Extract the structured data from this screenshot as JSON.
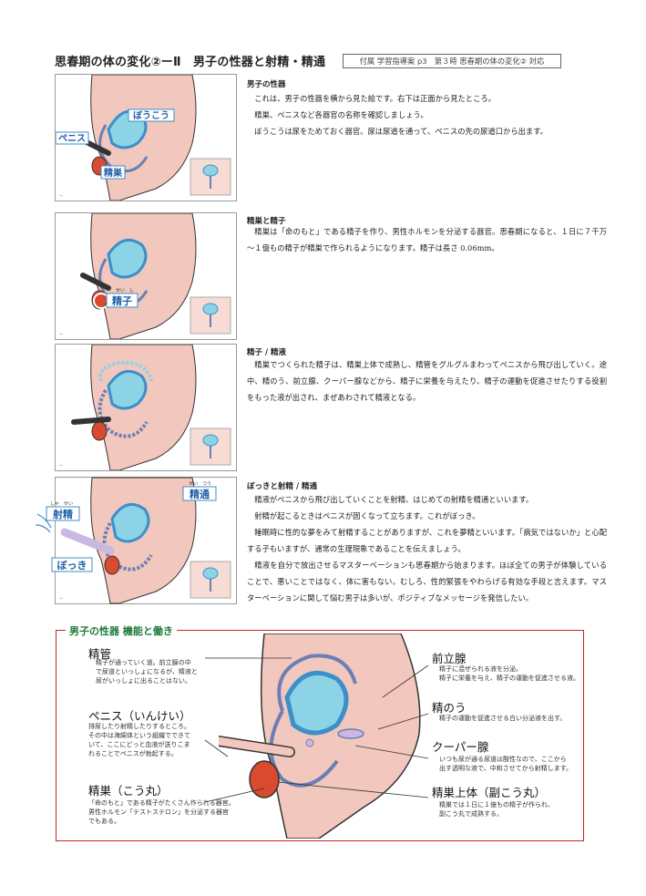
{
  "header": {
    "title": "思春期の体の変化②ーⅡ　男子の性器と射精・精通",
    "reference": "付属 学習指導案 p3　第３時 思春期の体の変化② 対応"
  },
  "slides": [
    {
      "labels": {
        "bladder": "ぼうこう",
        "penis": "ペニス",
        "testis": "精巣"
      },
      "footer": "ー"
    },
    {
      "labels": {
        "sperm": "精子"
      },
      "ruby": "せい　し",
      "footer": "ー"
    },
    {
      "footer": "ー"
    },
    {
      "labels": {
        "ejaculation": "射精",
        "first_ejaculation": "精通",
        "erection": "ぼっき"
      },
      "ruby": {
        "ejaculation": "しゃ　せい",
        "first_ejaculation": "せい　つう"
      },
      "footer": "ー"
    }
  ],
  "sections": [
    {
      "title": "男子の性器",
      "paragraphs": [
        "これは、男子の性器を横から見た絵です。右下は正面から見たところ。",
        "精巣、ペニスなど各器官の名称を確認しましょう。",
        "ぼうこうは尿をためておく器官。尿は尿道を通って、ペニスの先の尿道口から出ます。"
      ]
    },
    {
      "title": "精巣と精子",
      "paragraphs": [
        "精巣は「命のもと」である精子を作り、男性ホルモンを分泌する器官。思春期になると、１日に７千万～１億もの精子が精巣で作られるようになります。精子は長さ 0.06mm。"
      ]
    },
    {
      "title": "精子 / 精液",
      "paragraphs": [
        "精巣でつくられた精子は、精巣上体で成熟し、精管をグルグルまわってペニスから飛び出していく。途中、精のう、前立腺、クーパー腺などから、精子に栄養を与えたり、精子の運動を促進させたりする役割をもった液が出され、まぜあわされて精液となる。"
      ]
    },
    {
      "title": "ぼっきと射精 / 精通",
      "paragraphs": [
        "精液がペニスから飛び出していくことを射精、はじめての射精を精通といいます。",
        "射精が起こるときはペニスが固くなって立ちます。これがぼっき。",
        "睡眠時に性的な夢をみて射精することがありますが、これを夢精といいます。「病気ではないか」と心配する子もいますが、通常の生理現象であることを伝えましょう。",
        "精液を自分で放出させるマスターベーションも思春期から始まります。ほぼ全ての男子が体験していることで、悪いことではなく、体に害もない。むしろ、性的緊張をやわらげる有効な手段と言えます。マスターベーションに関して悩む男子は多いが、ポジティブなメッセージを発信したい。"
      ]
    }
  ],
  "diagram": {
    "title": "男子の性器  機能と働き",
    "left_labels": [
      {
        "name": "精管",
        "desc": [
          "精子が通っていく道。前立腺の中",
          "で尿道といっしょになるが、精液と",
          "尿がいっしょに出ることはない。"
        ]
      },
      {
        "name": "ペニス（いんけい）",
        "desc": [
          "排尿したり射精したりするところ。",
          "その中は海綿体という組織でできて",
          "いて、ここにどっと血液が送りこま",
          "れることでペニスが勃起する。"
        ]
      },
      {
        "name": "精巣（こう丸）",
        "desc": [
          "「命のもと」である精子がたくさん作られる器官。",
          "男性ホルモン「テストステロン」を分泌する器官",
          "でもある。"
        ]
      }
    ],
    "right_labels": [
      {
        "name": "前立腺",
        "desc": [
          "精子に混ぜられる液を分泌。",
          "精子に栄養を与え、精子の運動を促進させる液。"
        ]
      },
      {
        "name": "精のう",
        "desc": [
          "精子の運動を促進させる白い分泌液を出す。"
        ]
      },
      {
        "name": "クーパー腺",
        "desc": [
          "いつも尿が通る尿道は酸性なので、ここから",
          "出す透明な液で、中和させてから射精します。"
        ]
      },
      {
        "name": "精巣上体（副こう丸）",
        "desc": [
          "精巣では１日に１億もの精子が作られ、",
          "副こう丸で成熟する。"
        ]
      }
    ]
  },
  "colors": {
    "skin": "#f2c7bd",
    "bladder": "#3c8fc9",
    "bladder_fill": "#8dd3e6",
    "duct": "#6b7fb5",
    "testis": "#d94a2e",
    "label_text": "#1f5fa8",
    "frame": "#c2272d",
    "frame_title": "#1e7a3a"
  }
}
